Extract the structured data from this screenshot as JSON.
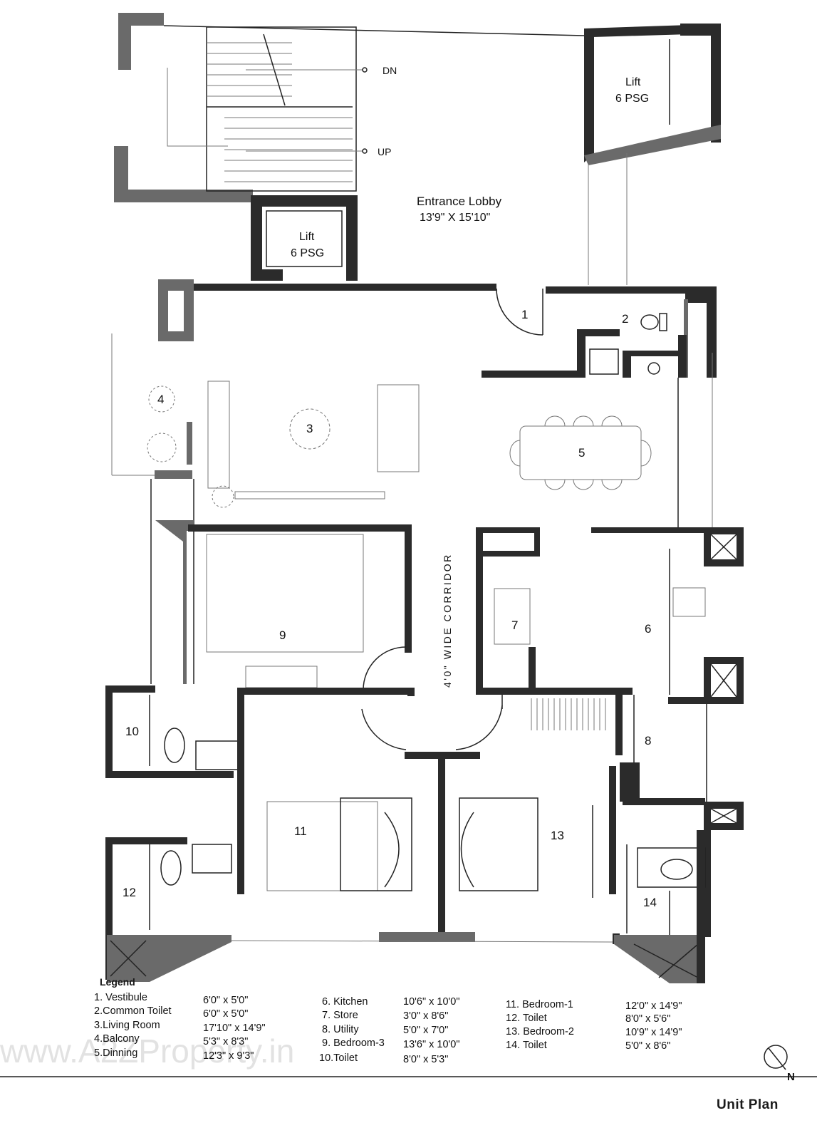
{
  "stairs": {
    "dn_label": "DN",
    "up_label": "UP"
  },
  "lifts": [
    {
      "name": "Lift",
      "capacity": "6 PSG"
    },
    {
      "name": "Lift",
      "capacity": "6 PSG"
    }
  ],
  "lobby": {
    "name": "Entrance Lobby",
    "size": "13'9\" X 15'10\""
  },
  "corridor_label": "4'0\" WIDE CORRIDOR",
  "room_numbers": [
    "1",
    "2",
    "3",
    "4",
    "5",
    "6",
    "7",
    "8",
    "9",
    "10",
    "11",
    "12",
    "13",
    "14"
  ],
  "legend": {
    "title": "Legend",
    "items": [
      {
        "no": "1.",
        "name": "Vestibule",
        "size": "6'0\" x 5'0\""
      },
      {
        "no": "2.",
        "name": "Common Toilet",
        "size": "6'0\" x 5'0\""
      },
      {
        "no": "3.",
        "name": "Living Room",
        "size": "17'10\" x 14'9\""
      },
      {
        "no": "4.",
        "name": "Balcony",
        "size": "5'3\" x 8'3\""
      },
      {
        "no": "5.",
        "name": "Dinning",
        "size": "12'3\" x 9'3\""
      },
      {
        "no": "6.",
        "name": "Kitchen",
        "size": "10'6\" x 10'0\""
      },
      {
        "no": "7.",
        "name": "Store",
        "size": "3'0\" x 8'6\""
      },
      {
        "no": "8.",
        "name": "Utility",
        "size": "5'0\" x 7'0\""
      },
      {
        "no": "9.",
        "name": "Bedroom-3",
        "size": "13'6\" x 10'0\""
      },
      {
        "no": "10.",
        "name": "Toilet",
        "size": "8'0\" x 5'3\""
      },
      {
        "no": "11.",
        "name": "Bedroom-1",
        "size": "12'0\" x 14'9\""
      },
      {
        "no": "12.",
        "name": "Toilet",
        "size": "8'0\" x 5'6\""
      },
      {
        "no": "13.",
        "name": "Bedroom-2",
        "size": "10'9\" x 14'9\""
      },
      {
        "no": "14.",
        "name": "Toilet",
        "size": "5'0\" x 8'6\""
      }
    ]
  },
  "watermark": "www.A2ZProperty.in",
  "north_label": "N",
  "footer_title": "Unit Plan"
}
